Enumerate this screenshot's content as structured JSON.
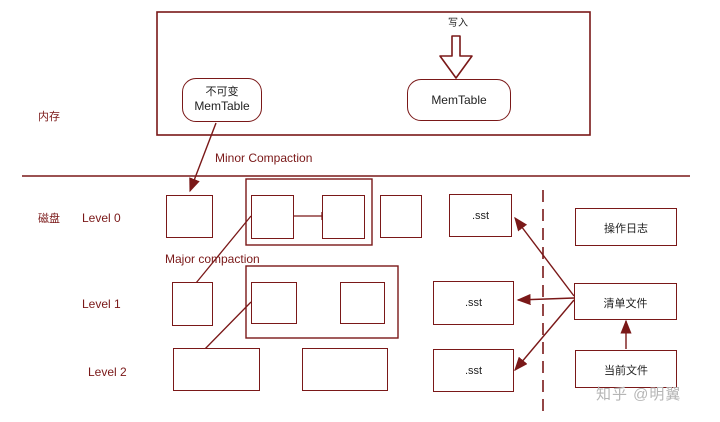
{
  "labels": {
    "memory": "内存",
    "disk": "磁盘",
    "write": "写入",
    "minor_compaction": "Minor Compaction",
    "major_compaction": "Major compaction",
    "level0": "Level 0",
    "level1": "Level 1",
    "level2": "Level 2"
  },
  "boxes": {
    "immutable_line1": "不可变",
    "immutable_line2": "MemTable",
    "memtable": "MemTable",
    "sst_l0": ".sst",
    "sst_l1": ".sst",
    "sst_l2": ".sst",
    "op_log": "操作日志",
    "manifest": "清单文件",
    "current": "当前文件"
  },
  "watermark": "知乎 @明翼",
  "colors": {
    "stroke": "#7a1818",
    "text": "#222222",
    "watermark": "#b5b5b5"
  }
}
